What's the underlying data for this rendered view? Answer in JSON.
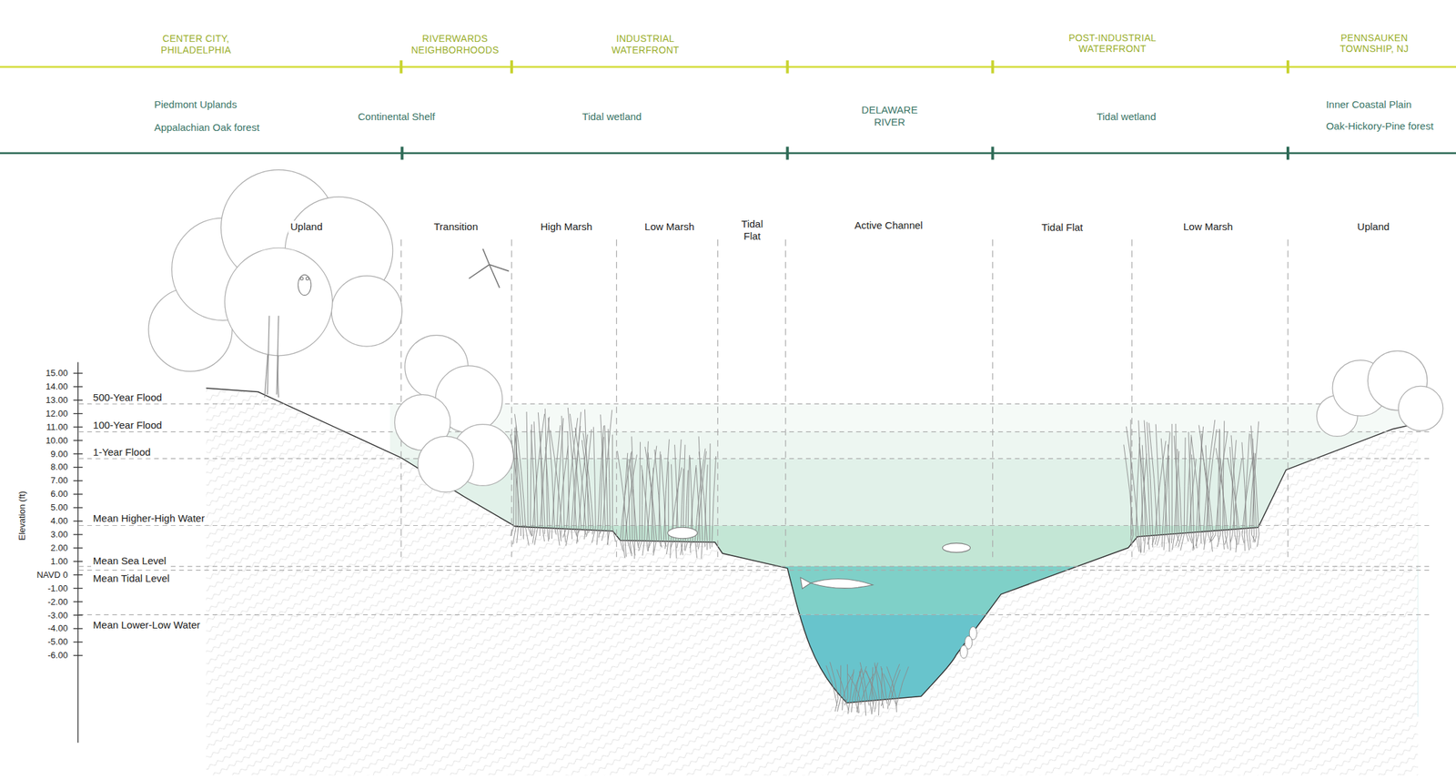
{
  "diagram": {
    "labels": [
      "CENTER CITY, PHILADELPHIA",
      "RIVERWARDS NEIGHBORHOODS",
      "INDUSTRIAL WATERFRONT",
      "POST-INDUSTRIAL WATERFRONT",
      "PENNSAUKEN TOWNSHIP, NJ",
      "Piedmont Uplands",
      "Appalachian Oak forest",
      "Continental Shelf",
      "Tidal wetland",
      "DELAWARE RIVER",
      "Tidal wetland",
      "Inner Coastal Plain",
      "Oak-Hickory-Pine forest",
      "Upland",
      "Transition",
      "High Marsh",
      "Low Marsh",
      "Tidal Flat",
      "Active Channel",
      "Tidal Flat",
      "Low Marsh",
      "Upland",
      "Elevation (ft)",
      "15.00",
      "14.00",
      "13.00",
      "12.00",
      "11.00",
      "10.00",
      "9.00",
      "8.00",
      "7.00",
      "6.00",
      "5.00",
      "4.00",
      "3.00",
      "2.00",
      "1.00",
      "NAVD 0",
      "-1.00",
      "-2.00",
      "-3.00",
      "-4.00",
      "-5.00",
      "-6.00",
      "500-Year Flood",
      "100-Year Flood",
      "1-Year Flood",
      "Mean Higher-High Water",
      "Mean Sea Level",
      "Mean Tidal Level",
      "Mean Lower-Low Water"
    ]
  }
}
